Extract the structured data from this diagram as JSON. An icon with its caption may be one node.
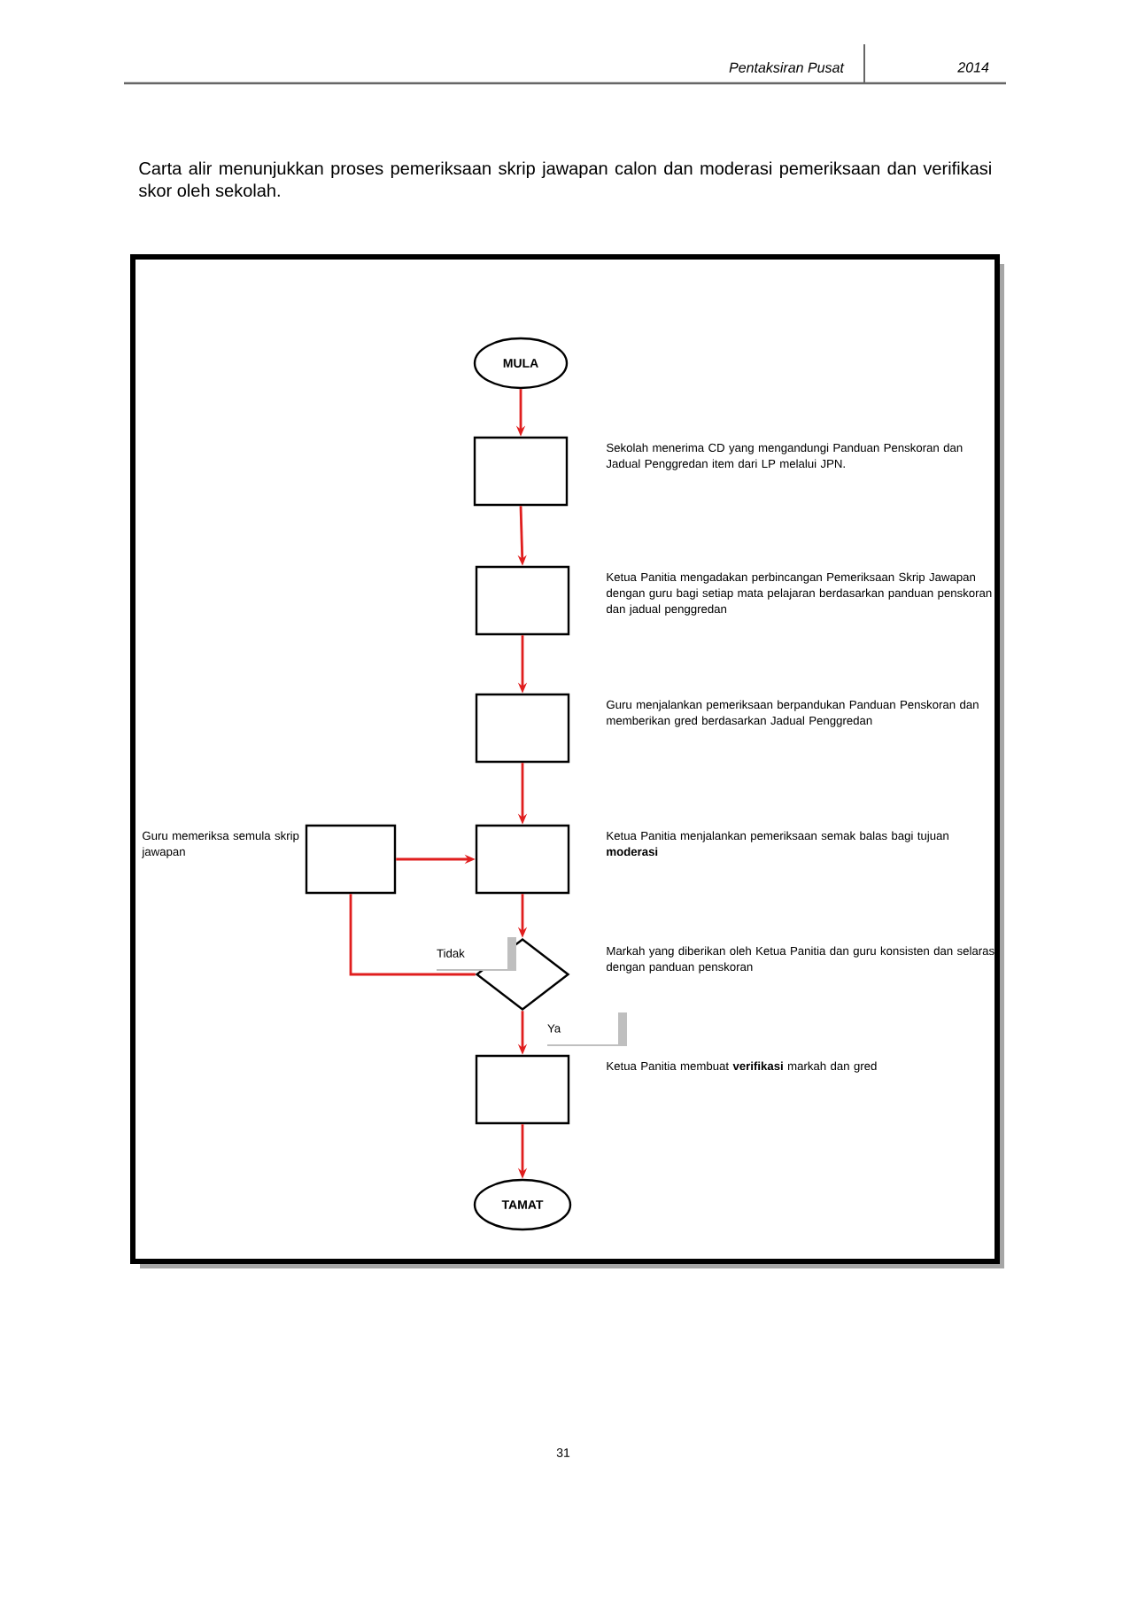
{
  "diagram": {
    "title": "Carta alir menunjukkan proses pemeriksaan skrip jawapan calon dan moderasi pemeriksaan dan verifikasi skor oleh sekolah.",
    "nodes": [
      {
        "text": [
          "MULA"
        ]
      },
      {
        "text": [],
        "shape": "box",
        "beside": [
          "Sekolah menerima CD yang mengandungi Panduan Penskoran dan Jadual Penggredan item dari LP melalui JPN."
        ]
      },
      {
        "text": [],
        "shape": "box",
        "beside": [
          "Ketua Panitia mengadakan perbincangan Pemeriksaan Skrip Jawapan dengan guru bagi setiap mata pelajaran berdasarkan panduan penskoran dan jadual penggredan"
        ]
      },
      {
        "text": [],
        "shape": "box",
        "beside": [
          "Guru menjalankan pemeriksaan berpandukan Panduan Penskoran dan memberikan gred berdasarkan Jadual Penggredan"
        ]
      },
      {
        "text": [],
        "shape": "box",
        "beside": [
          "Guru memeriksa semula skrip jawapan"
        ]
      },
      {
        "text": [],
        "shape": "box",
        "beside": [
          "Ketua Panitia menjalankan pemeriksaan semak balas bagi tujuan **moderasi**"
        ]
      },
      {
        "text": [],
        "shape": "diamond",
        "beside": [
          "Markah yang diberikan oleh Ketua Panitia dan guru konsisten dan selaras dengan panduan penskoran"
        ]
      },
      {
        "text": [],
        "shape": "box",
        "beside": [
          "Ketua Panitia membuat **verifikasi** markah dan gred"
        ]
      },
      {
        "text": [
          "TAMAT"
        ]
      }
    ],
    "edges": [
      {
        "from": 0,
        "to": 1,
        "arrow": "to"
      },
      {
        "from": 1,
        "to": 2,
        "arrow": "to"
      },
      {
        "from": 2,
        "to": 3,
        "arrow": "to"
      },
      {
        "from": 3,
        "to": 5,
        "arrow": "to"
      },
      {
        "from": 4,
        "to": 5,
        "arrow": "to"
      },
      {
        "from": 5,
        "to": 6,
        "arrow": "to"
      },
      {
        "from": 6,
        "to": 4,
        "arrow": "none",
        "label": "Tidak"
      },
      {
        "from": 6,
        "to": 7,
        "arrow": "to",
        "label": "Ya"
      },
      {
        "from": 7,
        "to": 8,
        "arrow": "to"
      }
    ],
    "labels": [
      "Pentaksiran Pusat",
      "2014",
      "31"
    ]
  }
}
